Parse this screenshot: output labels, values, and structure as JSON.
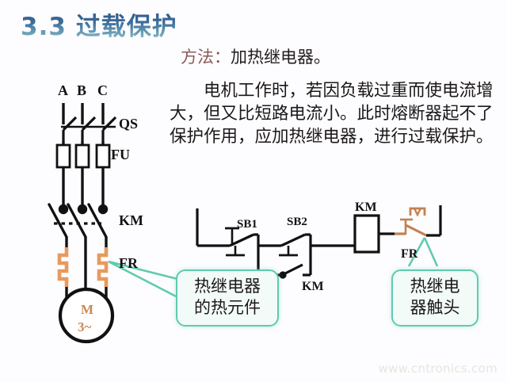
{
  "slide": {
    "title": "3.3 过载保护",
    "background": "#fdfcfe",
    "title_color": "#33618f"
  },
  "text": {
    "method_label": "方法：",
    "method_value": "加热继电器。",
    "paragraph": "电机工作时，若因负载过重而使电流增大，但又比短路电流小。此时熔断器起不了保护作用，应加热继电器，进行过载保护。"
  },
  "main_circuit": {
    "phase_labels": [
      "A",
      "B",
      "C"
    ],
    "components": [
      {
        "tag": "QS",
        "name": "isolating-switch"
      },
      {
        "tag": "FU",
        "name": "fuse"
      },
      {
        "tag": "KM",
        "name": "contactor-main-contacts"
      },
      {
        "tag": "FR",
        "name": "thermal-relay-heating-element"
      }
    ],
    "motor": {
      "symbol": "M",
      "phase": "3~",
      "color": "#c98a56"
    }
  },
  "control_circuit": {
    "components": [
      {
        "tag": "SB1",
        "name": "stop-button-nc"
      },
      {
        "tag": "SB2",
        "name": "start-button-no"
      },
      {
        "tag": "KM",
        "name": "contactor-coil"
      },
      {
        "tag": "KM",
        "name": "contactor-holding-contact"
      },
      {
        "tag": "FR",
        "name": "thermal-relay-contact-nc"
      }
    ]
  },
  "callouts": [
    {
      "text_line1": "热继电器",
      "text_line2": "的热元件",
      "target": "FR-heating-element"
    },
    {
      "text_line1": "热继电",
      "text_line2": "器触头",
      "target": "FR-contact"
    }
  ],
  "colors": {
    "wire": "#111111",
    "thermal_orange": "#e79a5e",
    "callout_border": "#5fcbad",
    "callout_fill": "#f2fbf8"
  },
  "watermark": "www.cntronics.com"
}
